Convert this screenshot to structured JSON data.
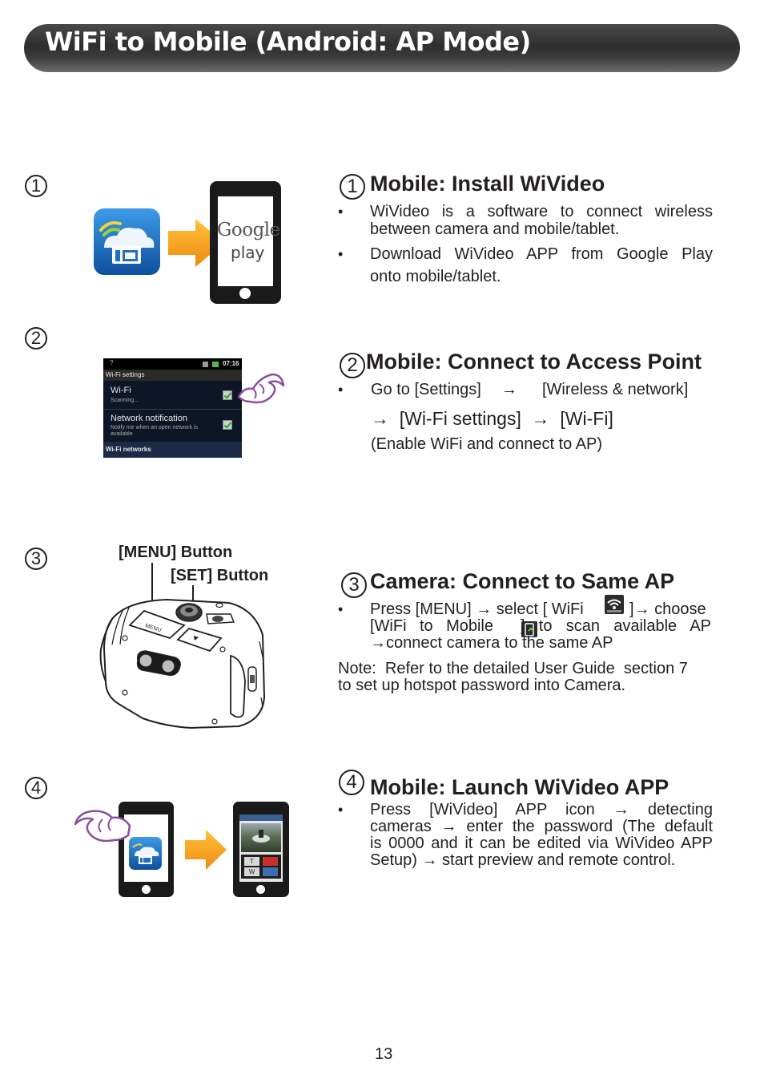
{
  "header": {
    "title": "WiFi to Mobile (Android: AP Mode)"
  },
  "steps": [
    {
      "num": "1",
      "title": "Mobile: Install WiVideo",
      "bullets": [
        "WiVideo is a software to connect wireless",
        "between camera and mobile/tablet.",
        "Download WiVideo APP from Google Play",
        "onto mobile/tablet."
      ],
      "phone_text": [
        "Google",
        "play"
      ]
    },
    {
      "num": "2",
      "title": "Mobile: Connect to Access Point",
      "line1_a": "Go to [Settings]",
      "line1_arrow": "→",
      "line1_b": "[Wireless & network]",
      "line2": "→  [Wi-Fi settings]  →  [Wi-Fi]",
      "line3": "(Enable WiFi and connect to AP)",
      "screen": {
        "clock": "07:16",
        "bar_title": "Wi-Fi settings",
        "wifi_label": "Wi-Fi",
        "wifi_sub": "Scanning...",
        "notif_label": "Network notification",
        "notif_sub1": "Notify me when an open network is",
        "notif_sub2": "available",
        "networks_header": "Wi-Fi networks"
      }
    },
    {
      "num": "3",
      "title": "Camera: Connect to Same AP",
      "menu_label": "[MENU] Button",
      "set_label": "[SET] Button",
      "cam_menu_text": "MENU",
      "b1_a": "Press [MENU] → select [ WiFi",
      "b1_b": "]→ choose",
      "b2_a": "[WiFi to Mobile",
      "b2_b": "] to scan available AP",
      "b3": "→connect camera to the same AP",
      "note1": "Note:  Refer to the detailed User Guide  section 7",
      "note2": "to set up hotspot password into Camera."
    },
    {
      "num": "4",
      "title": "Mobile: Launch WiVideo APP",
      "bullets": [
        "Press [WiVideo] APP icon → detecting",
        "cameras → enter the password (The default",
        "is 0000 and it can be edited via WiVideo APP",
        "Setup) → start preview and remote control."
      ],
      "app_btn_t": "T",
      "app_btn_w": "W"
    }
  ],
  "bullet_char": "•",
  "page_number": "13",
  "colors": {
    "header_dark": "#2e2e2e",
    "arrow_orange": "#f39a1e",
    "app_blue": "#1f6fc4",
    "hand_purple": "#8a4fa0"
  }
}
